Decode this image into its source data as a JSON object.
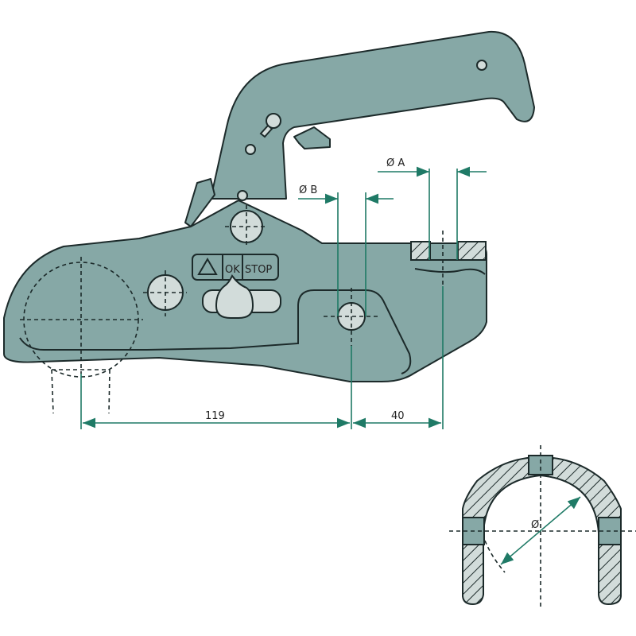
{
  "drawing": {
    "subject": "Trailer coupling head with ball socket",
    "colors": {
      "body": "#86a8a6",
      "dimension": "#1f7a66",
      "outline": "#1c2a2a",
      "hole": "#d2dcda"
    },
    "labels": {
      "dia_a": "Ø A",
      "dia_b": "Ø B",
      "dim_119": "119",
      "dim_40": "40",
      "dia_section": "Ø",
      "indicator_ok": "OK",
      "indicator_stop": "STOP"
    },
    "icons": {
      "warning": "warning-triangle-icon"
    }
  }
}
